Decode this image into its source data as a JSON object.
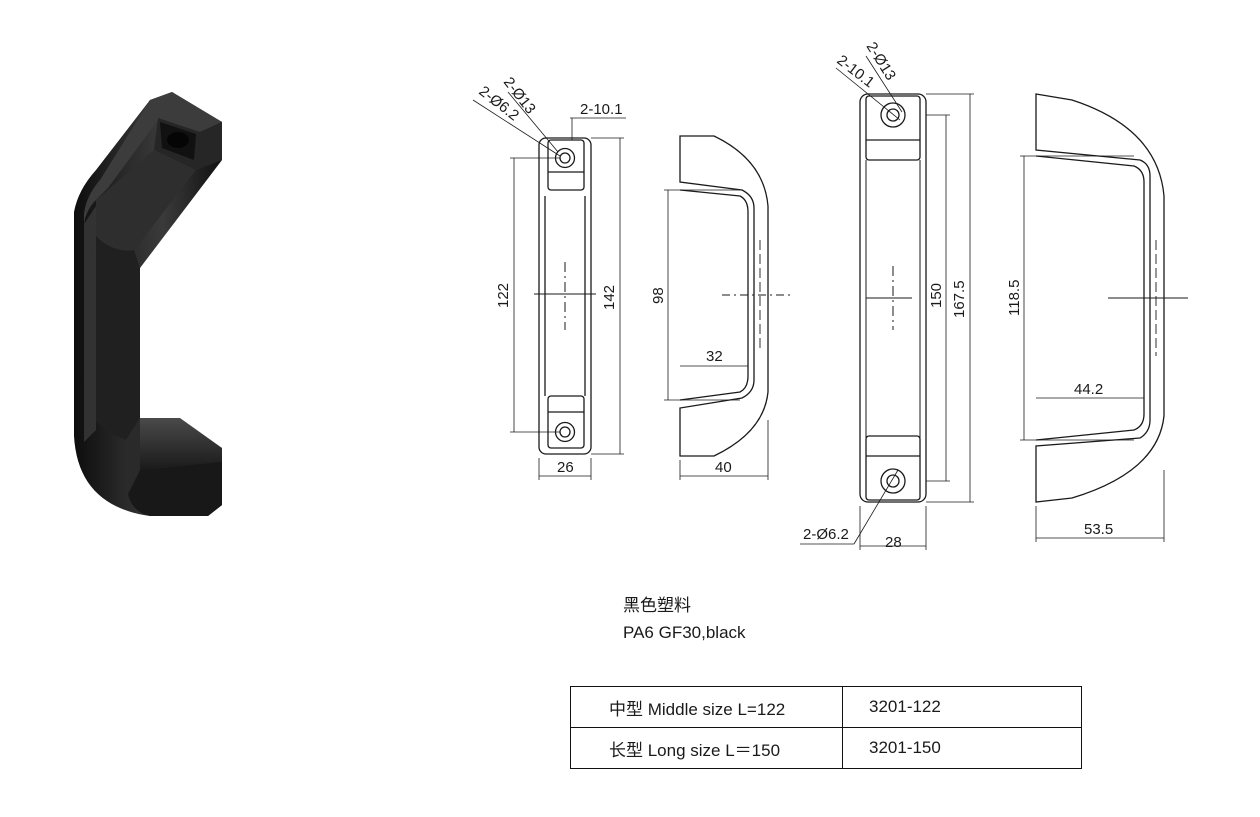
{
  "dimensions": {
    "middle": {
      "holes_large": "2-Ø13",
      "holes_small": "2-Ø6.2",
      "recess": "2-10.1",
      "hole_pitch": "122",
      "overall_length": "142",
      "width": "26",
      "inner_length": "98",
      "inner_depth": "32",
      "depth": "40"
    },
    "long": {
      "holes_large": "2-Ø13",
      "recess": "2-10.1",
      "holes_small": "2-Ø6.2",
      "hole_pitch": "150",
      "overall_length": "167.5",
      "width": "28",
      "inner_length": "118.5",
      "inner_depth": "44.2",
      "depth": "53.5"
    }
  },
  "material": {
    "cn": "黑色塑料",
    "en": "PA6 GF30,black"
  },
  "parts_table": {
    "rows": [
      {
        "size": "中型 Middle size L=122",
        "part_no": "3201-122"
      },
      {
        "size": "长型 Long size L＝150",
        "part_no": "3201-150"
      }
    ]
  },
  "colors": {
    "line": "#1a1a1a",
    "handle_body": "#1c1c1c"
  }
}
